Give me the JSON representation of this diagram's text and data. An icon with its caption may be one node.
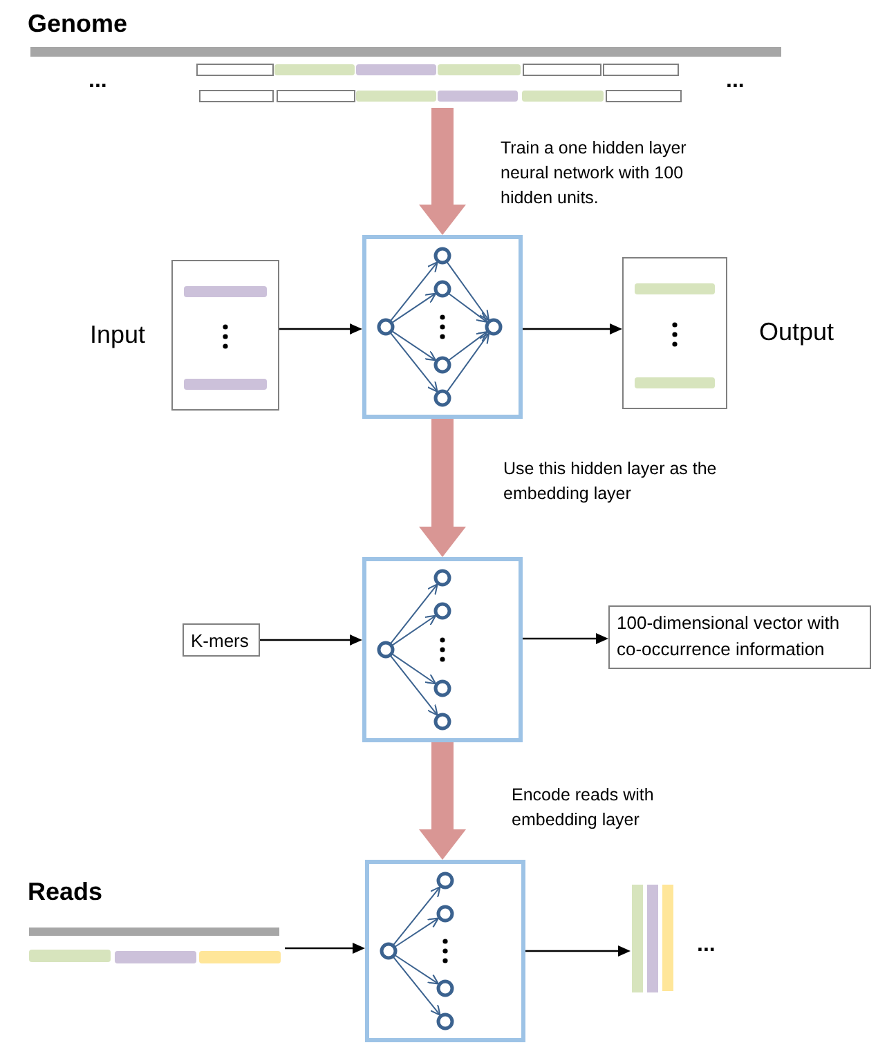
{
  "diagram": {
    "nodes": [
      {
        "text": [
          "Genome"
        ]
      },
      {
        "text": [],
        "shape": "box",
        "beside": [
          "Input"
        ]
      },
      {
        "text": [],
        "shape": "picture"
      },
      {
        "text": [],
        "shape": "box",
        "beside": [
          "Output"
        ]
      },
      {
        "text": [
          "K-mers"
        ]
      },
      {
        "text": [],
        "shape": "picture"
      },
      {
        "text": [
          "100-dimensional vector with co-occurrence information"
        ]
      },
      {
        "text": [
          "Reads"
        ]
      },
      {
        "text": [],
        "shape": "picture"
      },
      {
        "text": [],
        "shape": "picture"
      }
    ],
    "edges": [
      {
        "from": 0,
        "to": 2,
        "arrow": "to",
        "label": "Train a one hidden layer neural network with 100 hidden units.",
        "style": "thick",
        "color": "#d99694"
      },
      {
        "from": 1,
        "to": 2,
        "arrow": "to"
      },
      {
        "from": 2,
        "to": 3,
        "arrow": "to"
      },
      {
        "from": 2,
        "to": 5,
        "arrow": "to",
        "label": "Use this hidden layer as the embedding layer",
        "style": "thick",
        "color": "#d99694"
      },
      {
        "from": 4,
        "to": 5,
        "arrow": "to"
      },
      {
        "from": 5,
        "to": 6,
        "arrow": "to"
      },
      {
        "from": 5,
        "to": 8,
        "arrow": "to",
        "label": "Encode reads with embedding layer",
        "style": "thick",
        "color": "#d99694"
      },
      {
        "from": 7,
        "to": 8,
        "arrow": "to"
      },
      {
        "from": 8,
        "to": 9,
        "arrow": "to"
      }
    ],
    "labels": [
      "...",
      "...",
      "..."
    ]
  }
}
